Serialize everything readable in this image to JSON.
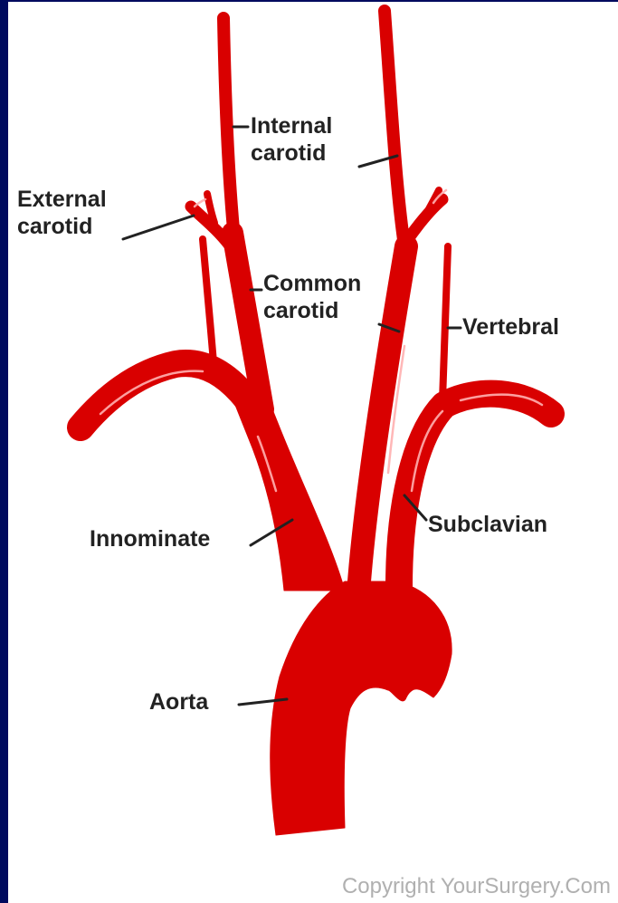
{
  "labels": {
    "internal_carotid": [
      "Internal",
      "carotid"
    ],
    "external_carotid": [
      "External",
      "carotid"
    ],
    "common_carotid": [
      "Common",
      "carotid"
    ],
    "vertebral": "Vertebral",
    "subclavian": "Subclavian",
    "innominate": "Innominate",
    "aorta": "Aorta"
  },
  "copyright": "Copyright YourSurgery.Com",
  "colors": {
    "frame": "#000a5e",
    "artery": "#d90000",
    "artery_highlight": "#ffb0b0",
    "label_text": "#222222",
    "copyright_text": "#b0b0b0"
  }
}
